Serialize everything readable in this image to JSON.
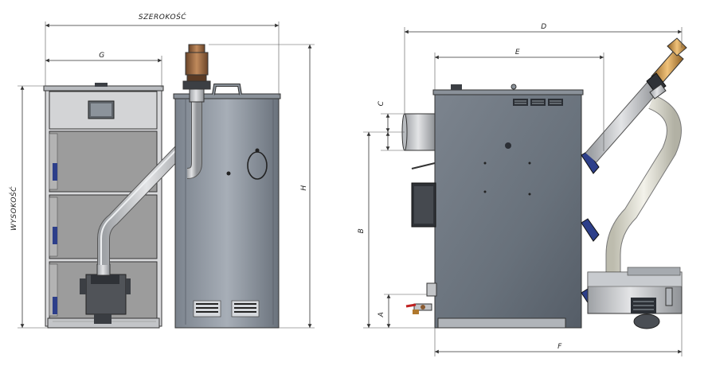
{
  "dimensions": {
    "width_label": "SZEROKOŚĆ",
    "height_label": "WYSOKOŚĆ",
    "g": "G",
    "h": "H",
    "d": "D",
    "e": "E",
    "c": "C",
    "b": "B",
    "a": "A",
    "f": "F"
  },
  "colors": {
    "steel_dark": "#6f7781",
    "steel_light": "#c4c9d0",
    "door_panel": "#9a9a9a",
    "pipe": "#c7c8ca",
    "valve_brass": "#a8724a",
    "handle_blue": "#2d3f8a",
    "burner_dark": "#505358",
    "feeder_cream": "#e4e2d6"
  }
}
